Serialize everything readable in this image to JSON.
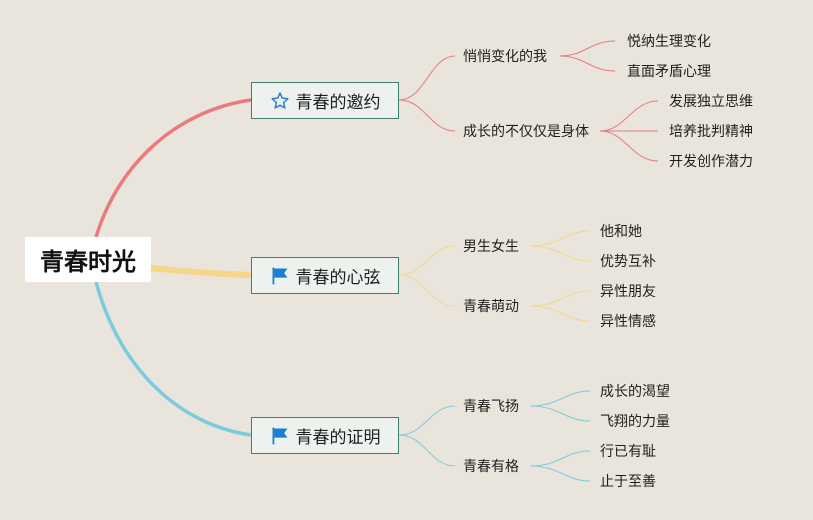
{
  "root": {
    "label": "青春时光"
  },
  "branches": [
    {
      "label": "青春的邀约",
      "icon": "star-icon",
      "color": "#e87a80",
      "children": [
        {
          "label": "悄悄变化的我",
          "children": [
            "悦纳生理变化",
            "直面矛盾心理"
          ]
        },
        {
          "label": "成长的不仅仅是身体",
          "children": [
            "发展独立思维",
            "培养批判精神",
            "开发创作潜力"
          ]
        }
      ]
    },
    {
      "label": "青春的心弦",
      "icon": "flag-icon",
      "color": "#f5d68a",
      "children": [
        {
          "label": "男生女生",
          "children": [
            "他和她",
            "优势互补"
          ]
        },
        {
          "label": "青春萌动",
          "children": [
            "异性朋友",
            "异性情感"
          ]
        }
      ]
    },
    {
      "label": "青春的证明",
      "icon": "flag-icon",
      "color": "#7ccbdc",
      "children": [
        {
          "label": "青春飞扬",
          "children": [
            "成长的渴望",
            "飞翔的力量"
          ]
        },
        {
          "label": "青春有格",
          "children": [
            "行已有耻",
            "止于至善"
          ]
        }
      ]
    }
  ],
  "colors": {
    "background": "#e9e5dc",
    "branch_border": "#3f7f72",
    "star_icon": "#2f7fc8",
    "flag_icon": "#1e7fd0"
  }
}
